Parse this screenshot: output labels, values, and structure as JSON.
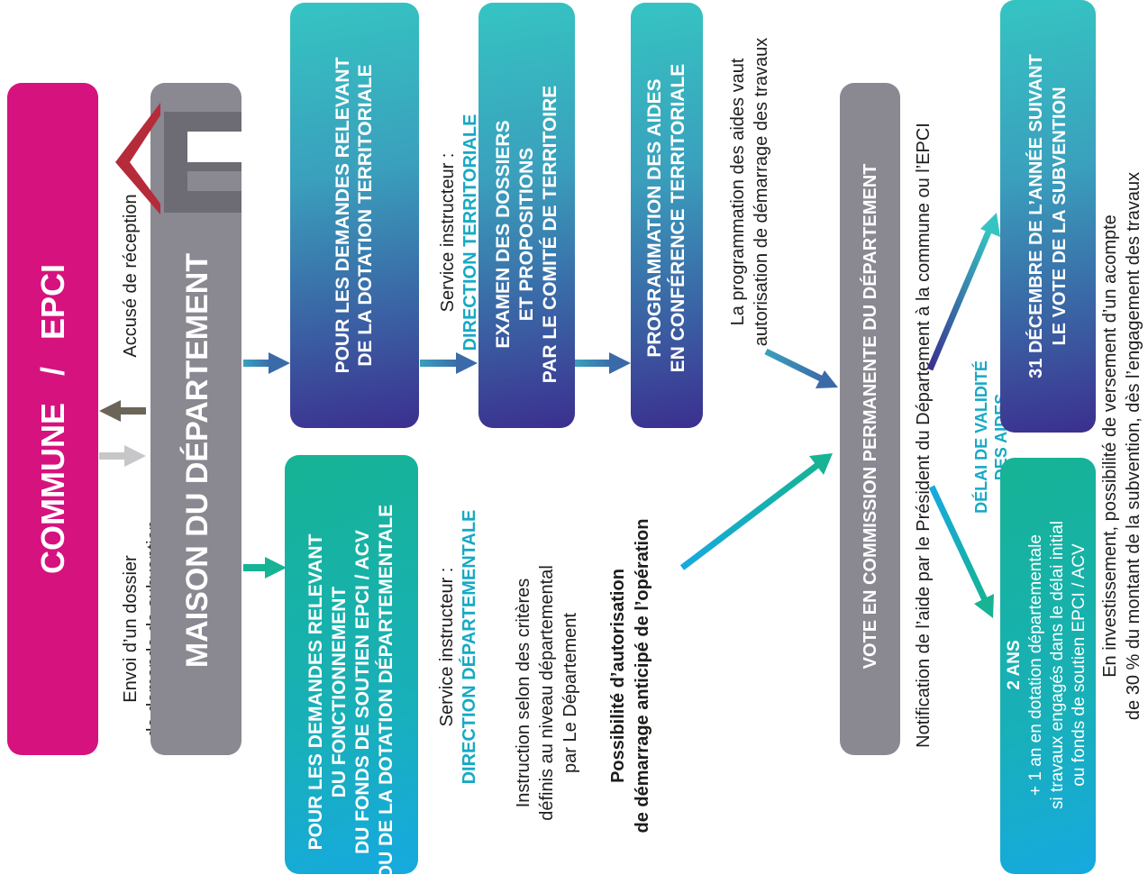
{
  "commune_epci": {
    "label": "COMMUNE   /   EPCI",
    "color": "#d6127e"
  },
  "maison": {
    "label": "MAISON DU DÉPARTEMENT",
    "color": "#8a8891",
    "logo": "house-logo-icon"
  },
  "envoi_note": [
    "Envoi d’un dossier",
    "de demande de subvention"
  ],
  "accuse_note": "Accusé de réception",
  "branch_top": {
    "box": [
      "POUR LES DEMANDES RELEVANT",
      "DE LA DOTATION TERRITORIALE"
    ],
    "service_prefix": "Service instructeur :",
    "service_name": "DIRECTION TERRITORIALE",
    "examen": [
      "EXAMEN DES DOSSIERS",
      "ET PROPOSITIONS",
      "PAR LE COMITÉ DE TERRITOIRE"
    ],
    "programmation": [
      "PROGRAMMATION DES AIDES",
      "EN CONFÉRENCE TERRITORIALE"
    ],
    "note": [
      "La programmation des aides vaut",
      "autorisation de démarrage des travaux"
    ]
  },
  "branch_bottom": {
    "box": [
      "POUR LES DEMANDES RELEVANT",
      "DU FONCTIONNEMENT",
      "DU FONDS DE SOUTIEN EPCI / ACV",
      "OU DE LA DOTATION DÉPARTEMENTALE"
    ],
    "service_prefix": "Service instructeur :",
    "service_name": "DIRECTION DÉPARTEMENTALE",
    "instruction": [
      "Instruction selon des critères",
      "définis au niveau départemental",
      "par Le Département"
    ],
    "possibilite": [
      "Possibilité d’autorisation",
      "de démarrage anticipé de l’opération"
    ]
  },
  "vote": {
    "label": "VOTE EN COMMISSION PERMANENTE DU DÉPARTEMENT",
    "notification": "Notification de l’aide par le Président du Département à la commune ou l’EPCI"
  },
  "delai": [
    "DÉLAI DE VALIDITÉ",
    "DES AIDES"
  ],
  "deadline_box": [
    "31 DÉCEMBRE DE L’ANNÉE SUIVANT",
    "LE VOTE DE LA SUBVENTION"
  ],
  "deux_ans_box": {
    "title": "2 ANS",
    "lines": [
      "+ 1 an en dotation départementale",
      "si travaux engagés dans le délai initial",
      "ou fonds de soutien EPCI / ACV"
    ]
  },
  "investissement": [
    "En investissement, possibilité de versement d’un acompte",
    "de 30 % du montant de la subvention, dès l’engagement des travaux"
  ],
  "colors": {
    "magenta": "#d6127e",
    "grey": "#8a8891",
    "teal": "#27b4bf",
    "navy": "#3b2f8f",
    "green": "#16b394",
    "cyan": "#16a9e0",
    "red": "#b52b3a"
  }
}
